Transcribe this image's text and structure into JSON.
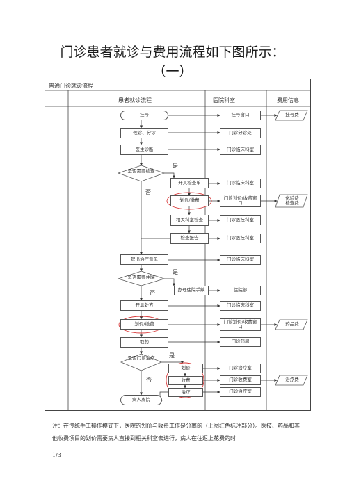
{
  "title": {
    "line1": "门诊患者就诊与费用流程如下图所示：",
    "line2": "（一）"
  },
  "table": {
    "caption": "普通门诊就诊流程",
    "col_patient": "患者就诊流程",
    "col_dept": "医院科室",
    "col_fee": "费用信息"
  },
  "flow": {
    "n_guahao": "挂号",
    "n_houzhen": "候诊、分诊",
    "n_yisheng": "医生诊断",
    "d_jiancha": "是否需要检查",
    "n_kaijudan": "开具检查单",
    "n_huajia1": "划价/缴费",
    "n_xiangguan": "相关科室检查",
    "n_baogao": "检查报告",
    "n_tichu": "提出治疗意见",
    "d_zhuyuan": "是否需要住院",
    "n_ruyuan": "办理住院手续",
    "n_chufang": "开具处方",
    "n_huajia2": "划价/缴费",
    "n_quyao": "取药",
    "d_menzhen": "是否门诊治疗",
    "n_huajia3": "划价",
    "n_shoufei": "收费",
    "n_zhiliao": "治疗",
    "n_likai": "病人离院",
    "yes": "是",
    "no": "否"
  },
  "dept": {
    "guahao_window": "挂号窗口",
    "fenzhen": "门诊分诊处",
    "linchuang1": "门诊临床科室",
    "linchuang2": "门诊临床科室",
    "huajia_window1": "门诊划价/收费窗口",
    "yiji1": "门诊医技科室",
    "yiji2": "门诊医技科室",
    "linchuang3": "门诊临床科室",
    "zhuyuan": "住院部",
    "linchuang4": "门诊临床科室",
    "huajia_window2": "门诊划价/收费窗口",
    "yaofang": "门诊药房",
    "zhiliaoshi1": "门诊治疗室",
    "shoufeishi": "门诊收费室",
    "zhiliaoshi2": "门诊治疗室"
  },
  "fee": {
    "guahaofei": "挂号费",
    "huayanfei": "化验费\n检查费",
    "yaopinfei": "药品费",
    "zhiliaofei": "治疗费"
  },
  "note": "注：在传统手工操作模式下，医院的划价与收费工作是分离的（上图红色标注部分）。医技、药品和其他收费项目的划价需要病人直接到相关科室去进行，病人在往返上花费的时",
  "page_number": "1/3"
}
